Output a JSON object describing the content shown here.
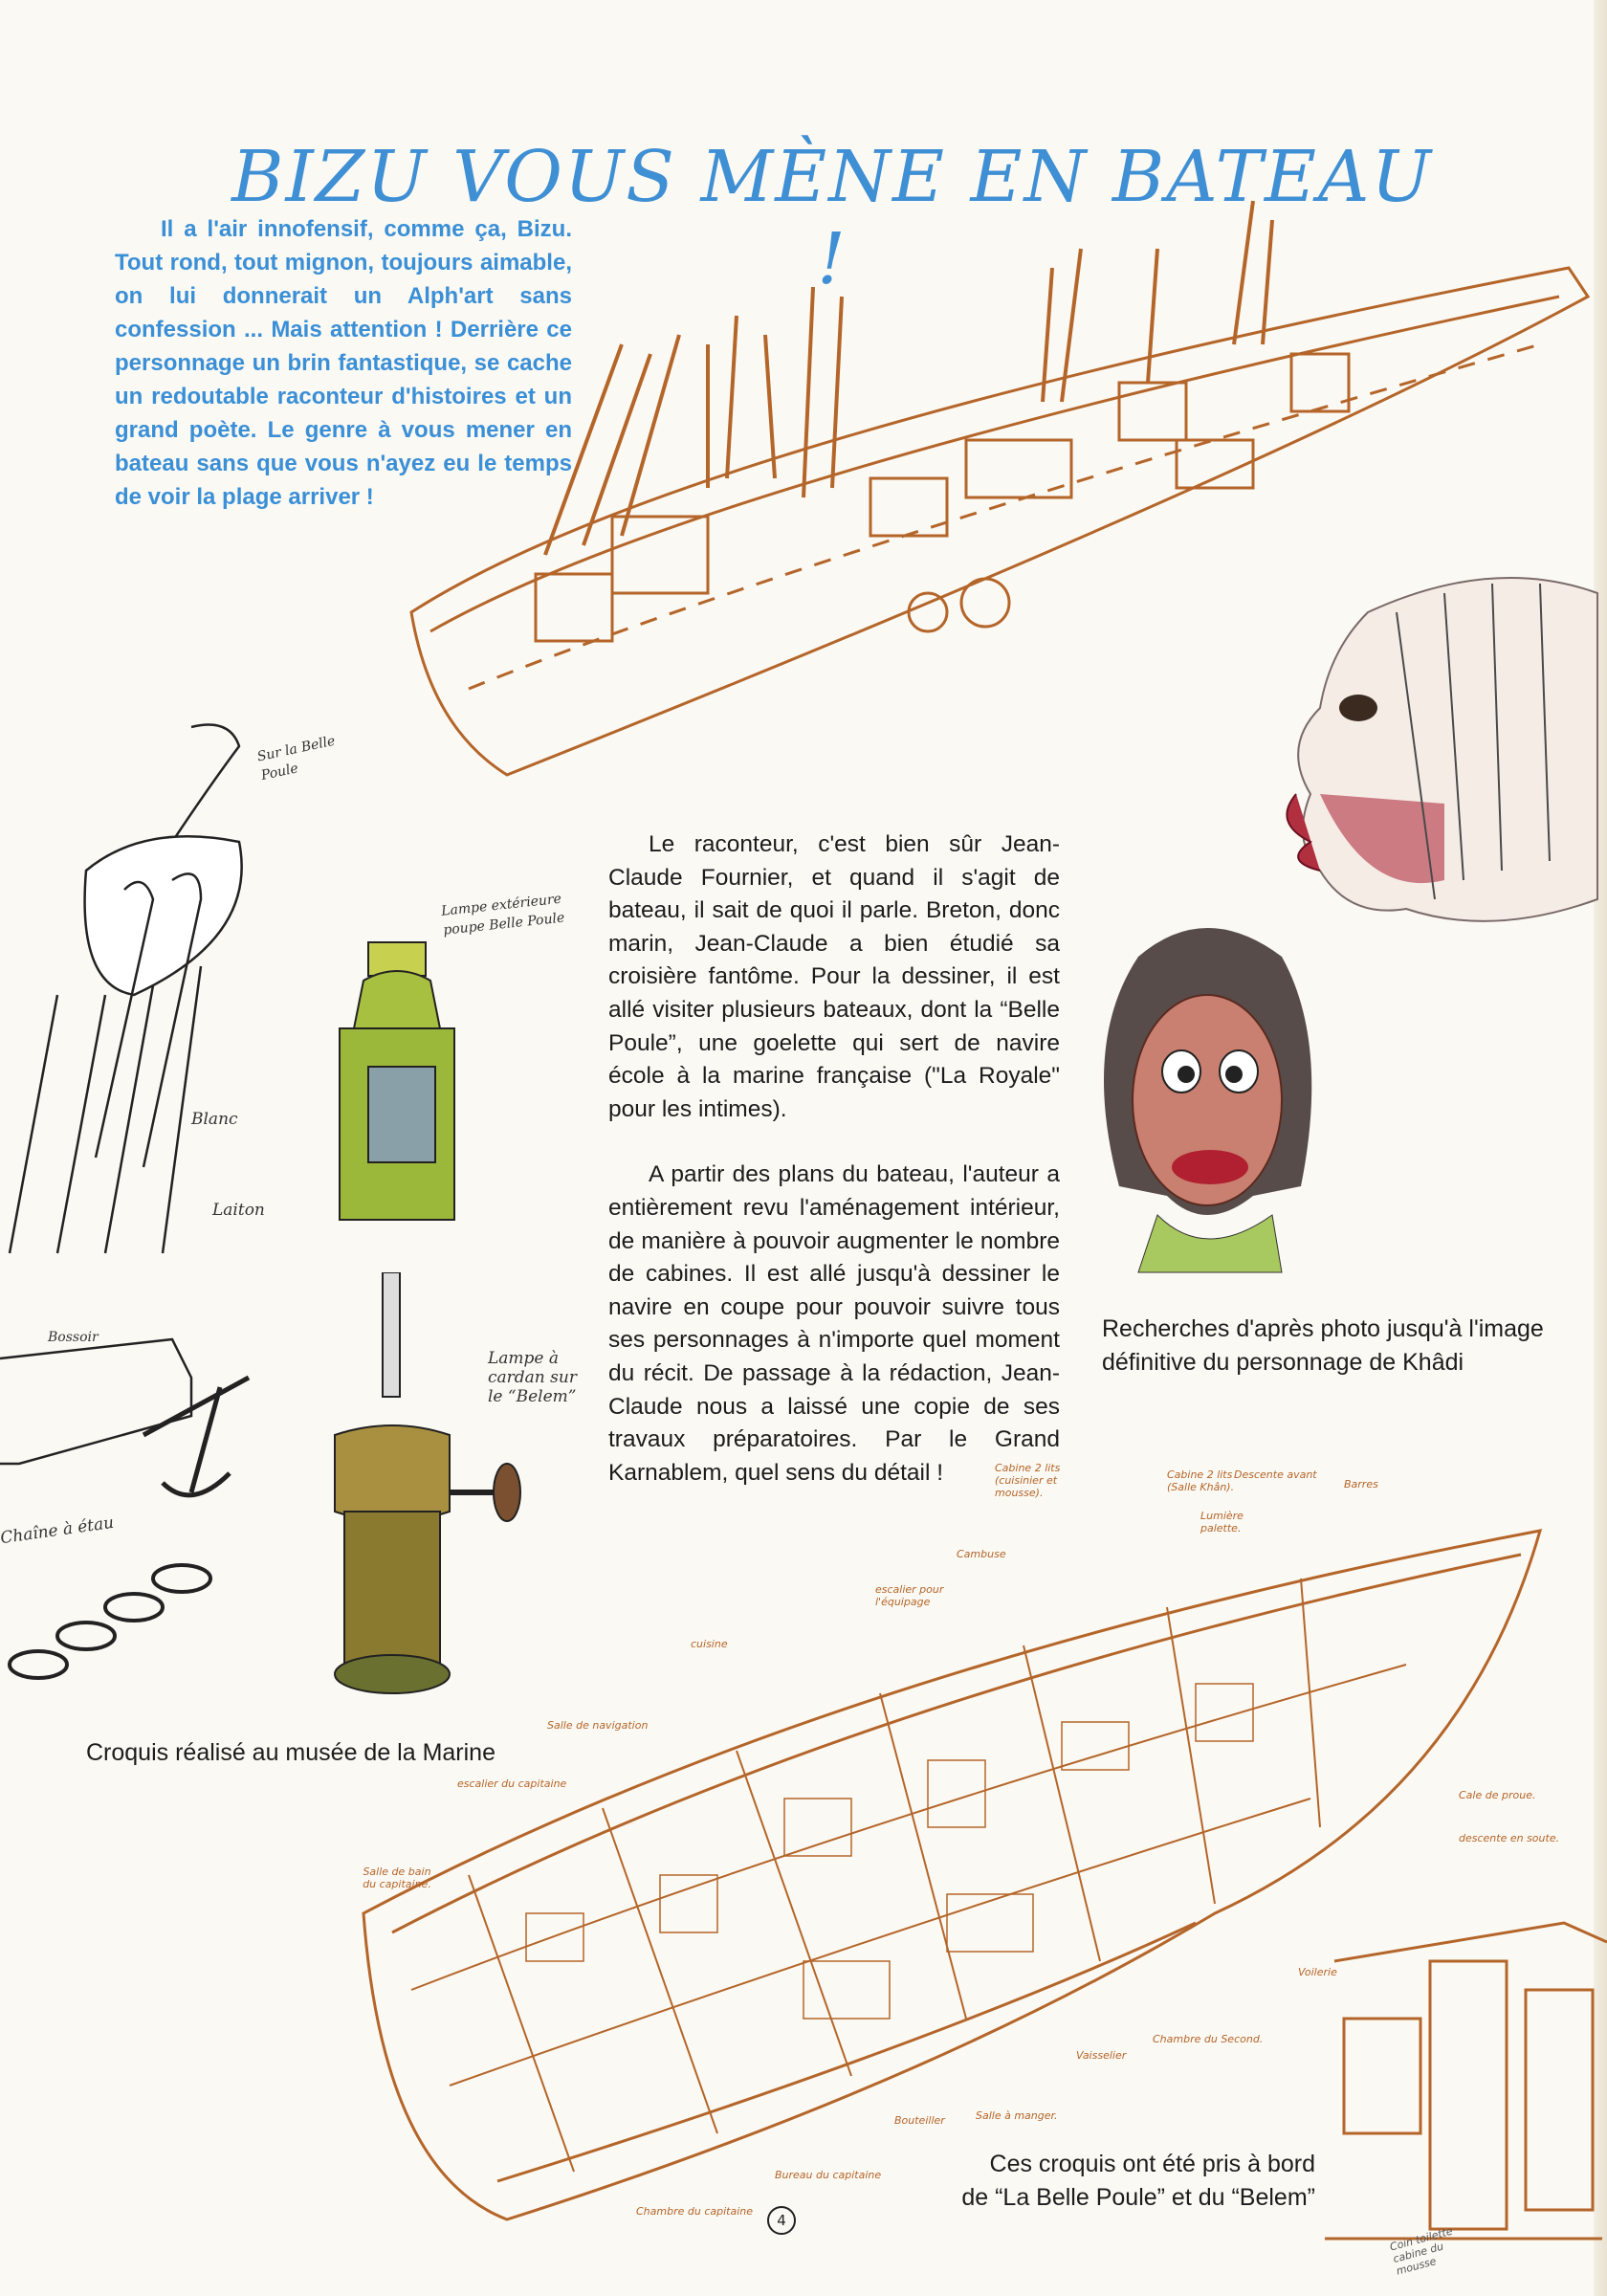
{
  "title": "BIZU VOUS MÈNE EN BATEAU !",
  "intro": "Il a l'air innofensif, comme ça, Bizu. Tout rond, tout mignon, toujours aimable, on lui donnerait un Alph'art sans confession ... Mais attention ! Derrière ce personnage un brin fantastique, se cache un redoutable raconteur d'histoires et un grand poète. Le genre à vous mener en bateau sans que vous n'ayez eu le temps de voir la plage arriver !",
  "body": [
    "Le raconteur, c'est bien sûr Jean-Claude Fournier, et quand il s'agit de bateau, il sait de quoi il parle. Breton, donc marin, Jean-Claude a bien étudié sa croisière fantôme. Pour la dessiner, il est allé visiter plusieurs bateaux, dont la “Belle Poule”, une goelette qui sert de navire école à la marine française (\"La Royale\" pour les intimes).",
    "A partir des plans du bateau, l'auteur a entièrement revu l'aménagement intérieur, de manière à pouvoir augmenter le nombre de cabines. Il est allé jusqu'à dessiner le navire en coupe pour pouvoir suivre tous ses personnages à n'importe quel moment du récit. De passage à la rédaction, Jean-Claude nous a laissé une copie de ses travaux préparatoires. Par le Grand Karnablem, quel sens du détail !"
  ],
  "captions": {
    "khadi": "Recherches d'après photo jusqu'à l'image définitive du personnage de Khâdi",
    "musee": "Croquis réalisé au musée de la Marine",
    "bord": "Ces croquis ont été pris à bord de “La Belle Poule” et du “Belem”"
  },
  "sketch_notes": {
    "belle_poule": "Sur la Belle Poule",
    "lampe_ext": "Lampe extérieure poupe Belle Poule",
    "blanc": "Blanc",
    "laiton": "Laiton",
    "bossoir": "Bossoir",
    "lampe_cardan": "Lampe à cardan sur le “Belem”",
    "chaine": "Chaîne à étau"
  },
  "cutaway_labels": {
    "cabine_cuisinier": "Cabine 2 lits (cuisinier et mousse).",
    "cabine_salle": "Cabine 2 lits (Salle Khân).",
    "descente_avant": "Descente avant",
    "barres": "Barres",
    "lumiere": "Lumière palette.",
    "cambuse": "Cambuse",
    "escalier_equipage": "escalier pour l'équipage",
    "cuisine": "cuisine",
    "salle_navigation": "Salle de navigation",
    "escalier_capitaine": "escalier du capitaine",
    "salle_bain": "Salle de bain du capitaine.",
    "cale_proue": "Cale de proue.",
    "descente_soute": "descente en soute.",
    "voilerie": "Voilerie",
    "chambre_second": "Chambre du Second.",
    "vaisselier": "Vaisselier",
    "salle_manger": "Salle à manger.",
    "bouteiller": "Bouteiller",
    "bureau_capitaine": "Bureau du capitaine",
    "chambre_capitaine": "Chambre du capitaine",
    "coin_toilette": "Coin toilette cabine du mousse"
  },
  "page_number": "4",
  "colors": {
    "title": "#3f8fd4",
    "sketch": "#b4652a",
    "text": "#1c1c1c"
  }
}
